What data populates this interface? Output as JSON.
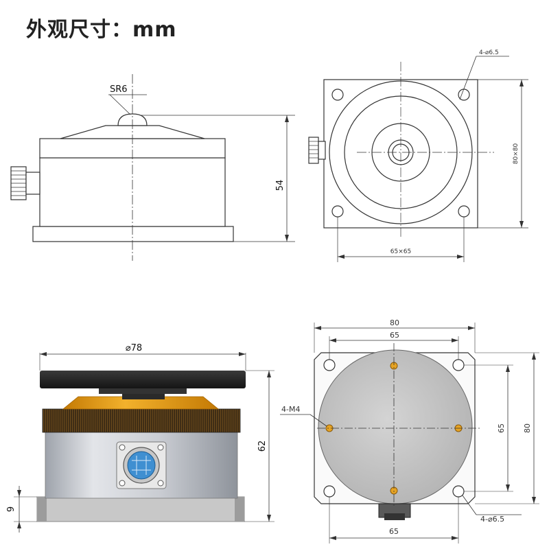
{
  "title": "外观尺寸：mm",
  "side_view": {
    "sphere_radius": "SR6",
    "height": "54"
  },
  "top_view": {
    "holes": "4-⌀6.5",
    "outer_size": "80×80",
    "hole_spacing": "65×65"
  },
  "photo_view": {
    "diameter": "⌀78",
    "height": "62",
    "base_height": "9"
  },
  "bottom_view": {
    "width_top": "80",
    "spacing_top": "65",
    "threads": "4-M4",
    "spacing_right": "65",
    "height_right": "80",
    "holes": "4-⌀6.5",
    "spacing_bottom": "65"
  },
  "colors": {
    "line": "#333333",
    "disc": "#2a2a2a",
    "ring_amber": "#e39a14",
    "body_silver": "#c9ccd2",
    "connector_blue": "#3f8fd1",
    "plate_gray": "#b8b8b8",
    "thread_hole": "#e6a323"
  }
}
